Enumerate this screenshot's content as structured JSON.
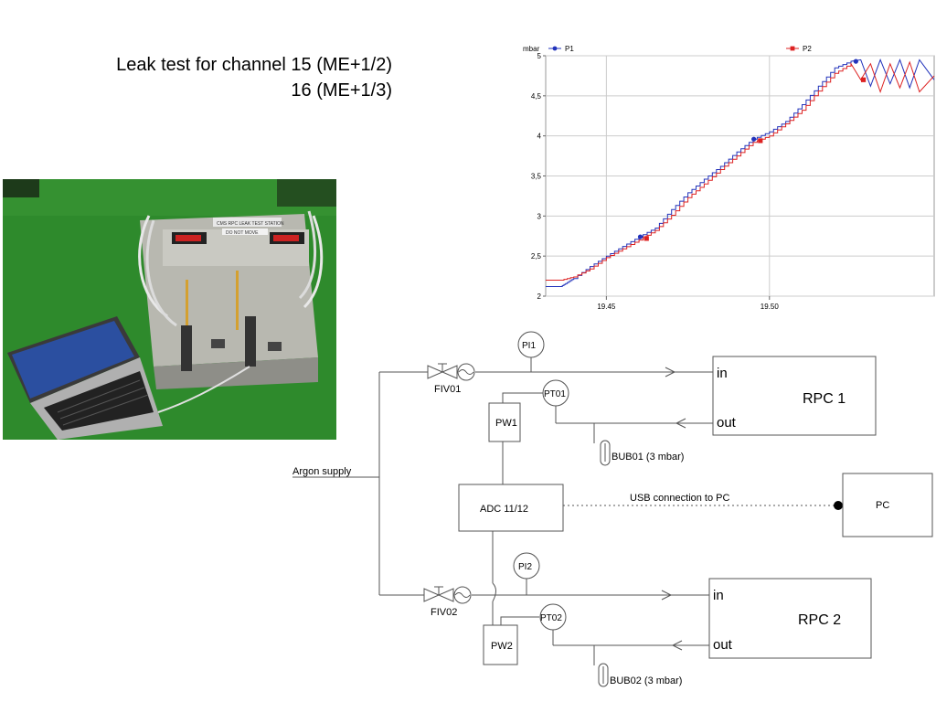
{
  "slide": {
    "title_line1": "Leak test for channel 15 (ME+1/2)",
    "title_line2": "16 (ME+1/3)"
  },
  "photo": {
    "panel_label": "CMS RPC LEAK TEST STATION",
    "sign_label": "DO NOT MOVE"
  },
  "chart_data": {
    "type": "line",
    "ylabel": "mbar",
    "ylim": [
      2,
      5
    ],
    "yticks": [
      "5",
      "4,5",
      "4",
      "3,5",
      "3",
      "2,5",
      "2"
    ],
    "ytick_values": [
      5,
      4.5,
      4,
      3.5,
      3,
      2.5,
      2
    ],
    "xticks": [
      "19.45",
      "19.50"
    ],
    "xtick_values": [
      19.45,
      19.5
    ],
    "xlim": [
      19.4314,
      19.5505
    ],
    "grid": true,
    "legend_placement": "top",
    "series": [
      {
        "name": "P1",
        "color": "#2233bb",
        "x": [
          19.4314,
          19.436,
          19.438,
          19.44,
          19.445,
          19.45,
          19.455,
          19.46,
          19.465,
          19.47,
          19.475,
          19.48,
          19.485,
          19.49,
          19.495,
          19.5,
          19.505,
          19.51,
          19.515,
          19.52,
          19.525,
          19.528,
          19.531,
          19.534,
          19.537,
          19.54,
          19.543,
          19.546,
          19.5505
        ],
        "y": [
          2.12,
          2.12,
          2.17,
          2.22,
          2.37,
          2.5,
          2.62,
          2.74,
          2.85,
          3.08,
          3.29,
          3.46,
          3.62,
          3.8,
          3.96,
          4.05,
          4.18,
          4.39,
          4.62,
          4.85,
          4.93,
          4.95,
          4.62,
          4.95,
          4.65,
          4.95,
          4.6,
          4.95,
          4.7
        ],
        "markers_x": [
          19.4604,
          19.4952,
          19.5265
        ],
        "markers_y": [
          2.74,
          3.96,
          4.93
        ]
      },
      {
        "name": "P2",
        "color": "#dd2222",
        "x": [
          19.4314,
          19.436,
          19.44,
          19.445,
          19.45,
          19.455,
          19.46,
          19.465,
          19.47,
          19.475,
          19.48,
          19.485,
          19.49,
          19.495,
          19.5,
          19.505,
          19.51,
          19.515,
          19.52,
          19.525,
          19.528,
          19.531,
          19.534,
          19.537,
          19.54,
          19.543,
          19.546,
          19.5505
        ],
        "y": [
          2.2,
          2.2,
          2.24,
          2.34,
          2.48,
          2.59,
          2.7,
          2.82,
          3.01,
          3.23,
          3.4,
          3.58,
          3.75,
          3.92,
          4.0,
          4.15,
          4.32,
          4.56,
          4.78,
          4.9,
          4.7,
          4.9,
          4.55,
          4.9,
          4.6,
          4.92,
          4.55,
          4.75
        ],
        "markers_x": [
          19.4623,
          19.4972,
          19.5288
        ],
        "markers_y": [
          2.72,
          3.94,
          4.7
        ]
      }
    ]
  },
  "diagram": {
    "argon": "Argon supply",
    "fiv01": "FIV01",
    "fiv02": "FIV02",
    "pi1": "PI1",
    "pi2": "PI2",
    "pt01": "PT01",
    "pt02": "PT02",
    "pw1": "PW1",
    "pw2": "PW2",
    "bub01": "BUB01 (3 mbar)",
    "bub02": "BUB02 (3 mbar)",
    "adc": "ADC 11/12",
    "usb": "USB connection to PC",
    "pc": "PC",
    "rpc1": "RPC 1",
    "rpc2": "RPC 2",
    "in1": "in",
    "out1": "out",
    "in2": "in",
    "out2": "out"
  }
}
